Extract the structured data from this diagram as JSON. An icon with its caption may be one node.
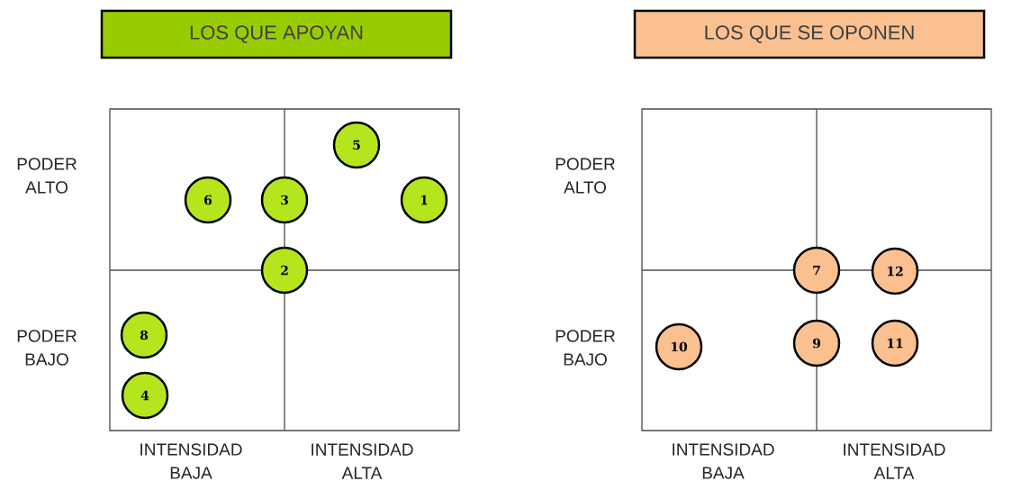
{
  "diagram": {
    "nodes": [
      {
        "text": [
          "LOS QUE APOYAN"
        ]
      },
      {
        "text": [
          "LOS QUE SE OPONEN"
        ]
      },
      {
        "text": [],
        "shape": "box"
      },
      {
        "text": [],
        "shape": "box"
      },
      {
        "text": [
          "5"
        ],
        "in": 2
      },
      {
        "text": [
          "6"
        ],
        "in": 2
      },
      {
        "text": [
          "3"
        ],
        "in": 2
      },
      {
        "text": [
          "1"
        ],
        "in": 2
      },
      {
        "text": [
          "2"
        ],
        "in": 2
      },
      {
        "text": [
          "8"
        ],
        "in": 2
      },
      {
        "text": [
          "4"
        ],
        "in": 2
      },
      {
        "text": [
          "7"
        ],
        "in": 3
      },
      {
        "text": [
          "12"
        ],
        "in": 3
      },
      {
        "text": [
          "10"
        ],
        "in": 3
      },
      {
        "text": [
          "9"
        ],
        "in": 3
      },
      {
        "text": [
          "11"
        ],
        "in": 3
      }
    ],
    "labels": [
      "PODER ALTO",
      "PODER BAJO",
      "INTENSIDAD BAJA",
      "INTENSIDAD ALTA",
      "PODER ALTO",
      "PODER BAJO",
      "INTENSIDAD BAJA",
      "INTENSIDAD ALTA"
    ]
  }
}
